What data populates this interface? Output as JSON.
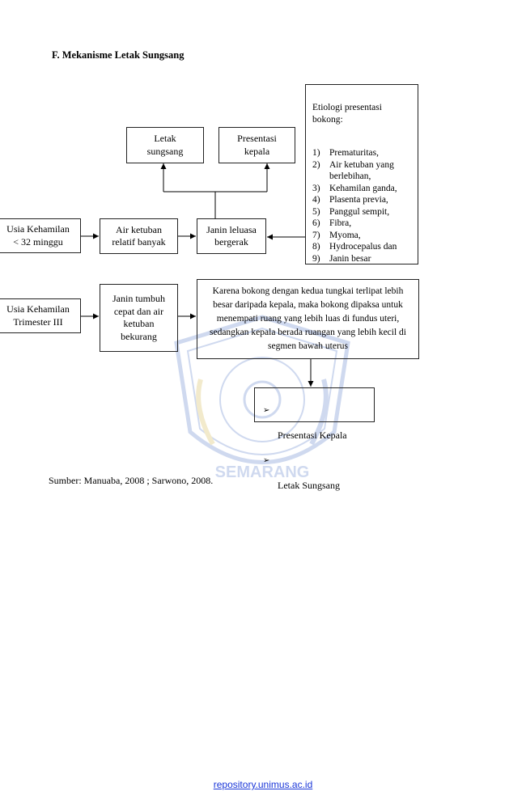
{
  "heading": "F.   Mekanisme Letak Sungsang",
  "boxes": {
    "letak_sungsang": "Letak\nsungsang",
    "presentasi_kepala": "Presentasi\nkepala",
    "usia_32": "Usia Kehamilan\n< 32 minggu",
    "air_ketuban": "Air ketuban\nrelatif banyak",
    "janin_leluasa": "Janin leluasa\nbergerak",
    "usia_trimester": "Usia Kehamilan\nTrimester III",
    "janin_tumbuh": "Janin tumbuh\ncepat dan air\nketuban\nbekurang",
    "karena": "Karena bokong dengan kedua tungkai terlipat lebih besar daripada kepala, maka bokong dipaksa untuk menempati ruang yang lebih luas di fundus uteri, sedangkan kepala berada ruangan yang lebih kecil di segmen bawah uterus"
  },
  "etiologi": {
    "title": "Etiologi presentasi bokong:",
    "items": [
      {
        "num": "1)",
        "text": "Prematuritas,"
      },
      {
        "num": "2)",
        "text": "Air ketuban yang berlebihan,"
      },
      {
        "num": "3)",
        "text": "Kehamilan ganda,"
      },
      {
        "num": "4)",
        "text": "Plasenta previa,"
      },
      {
        "num": "5)",
        "text": "Panggul sempit,"
      },
      {
        "num": "6)",
        "text": "Fibra,"
      },
      {
        "num": "7)",
        "text": "Myoma,"
      },
      {
        "num": "8)",
        "text": "Hydrocepalus dan"
      },
      {
        "num": "9)",
        "text": "Janin besar"
      }
    ]
  },
  "result": {
    "bullet": "➢",
    "items": [
      "Presentasi Kepala",
      "Letak Sungsang"
    ]
  },
  "watermark": {
    "bottom_text": "SEMARANG",
    "color": "#2b58b8"
  },
  "source": "Sumber: Manuaba, 2008 ; Sarwono, 2008.",
  "footer_link": "repository.unimus.ac.id",
  "colors": {
    "line": "#000000",
    "link": "#1a36d8"
  }
}
